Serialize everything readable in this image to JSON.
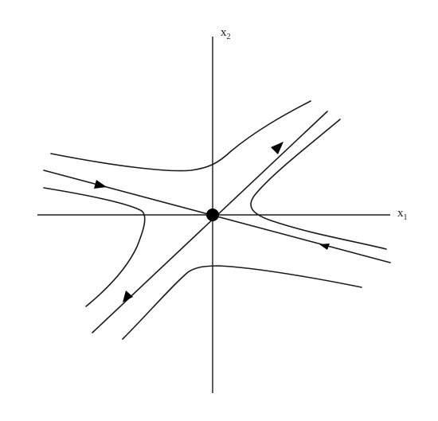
{
  "axes": {
    "x_label": {
      "base": "x",
      "sub": "1"
    },
    "y_label": {
      "base": "x",
      "sub": "2"
    }
  },
  "equilibrium": {
    "type": "saddle point",
    "color": "#000000"
  },
  "trajectories": [
    {
      "name": "stable-manifold",
      "arrows": [
        "toward-origin",
        "toward-origin"
      ]
    },
    {
      "name": "unstable-manifold",
      "arrows": [
        "away-from-origin",
        "away-from-origin"
      ]
    },
    {
      "name": "hyperbola-top"
    },
    {
      "name": "hyperbola-right"
    },
    {
      "name": "hyperbola-left"
    },
    {
      "name": "hyperbola-bottom"
    }
  ],
  "colors": {
    "stroke": "#1a1a1a",
    "background": "#ffffff"
  }
}
